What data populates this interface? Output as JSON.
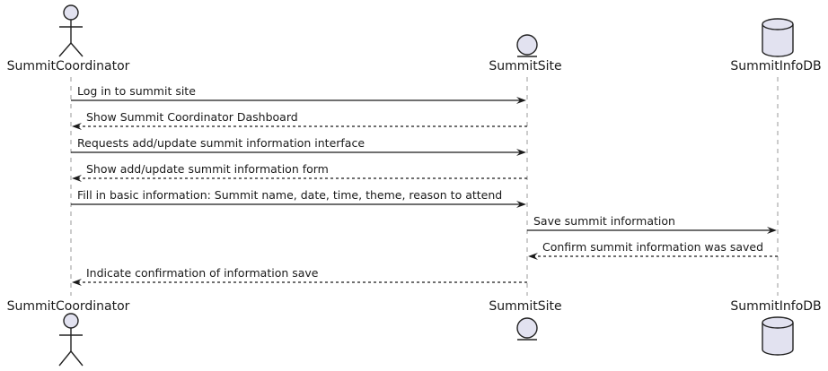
{
  "participants": [
    {
      "id": "coordinator",
      "name": "SummitCoordinator",
      "kind": "actor"
    },
    {
      "id": "site",
      "name": "SummitSite",
      "kind": "entity"
    },
    {
      "id": "db",
      "name": "SummitInfoDB",
      "kind": "database"
    }
  ],
  "messages": [
    {
      "from": "coordinator",
      "to": "site",
      "style": "solid",
      "label": "Log in to summit site"
    },
    {
      "from": "site",
      "to": "coordinator",
      "style": "dashed",
      "label": "Show Summit Coordinator Dashboard"
    },
    {
      "from": "coordinator",
      "to": "site",
      "style": "solid",
      "label": "Requests add/update summit information interface"
    },
    {
      "from": "site",
      "to": "coordinator",
      "style": "dashed",
      "label": "Show add/update summit information form"
    },
    {
      "from": "coordinator",
      "to": "site",
      "style": "solid",
      "label": "Fill in basic information: Summit name, date, time, theme, reason to attend"
    },
    {
      "from": "site",
      "to": "db",
      "style": "solid",
      "label": "Save summit information"
    },
    {
      "from": "db",
      "to": "site",
      "style": "dashed",
      "label": "Confirm summit information was saved"
    },
    {
      "from": "site",
      "to": "coordinator",
      "style": "dashed",
      "label": "Indicate confirmation of information save"
    }
  ],
  "colors": {
    "shape_fill": "#e2e2f0",
    "line": "#1a1a1a",
    "lifeline": "#9a9a9a"
  }
}
